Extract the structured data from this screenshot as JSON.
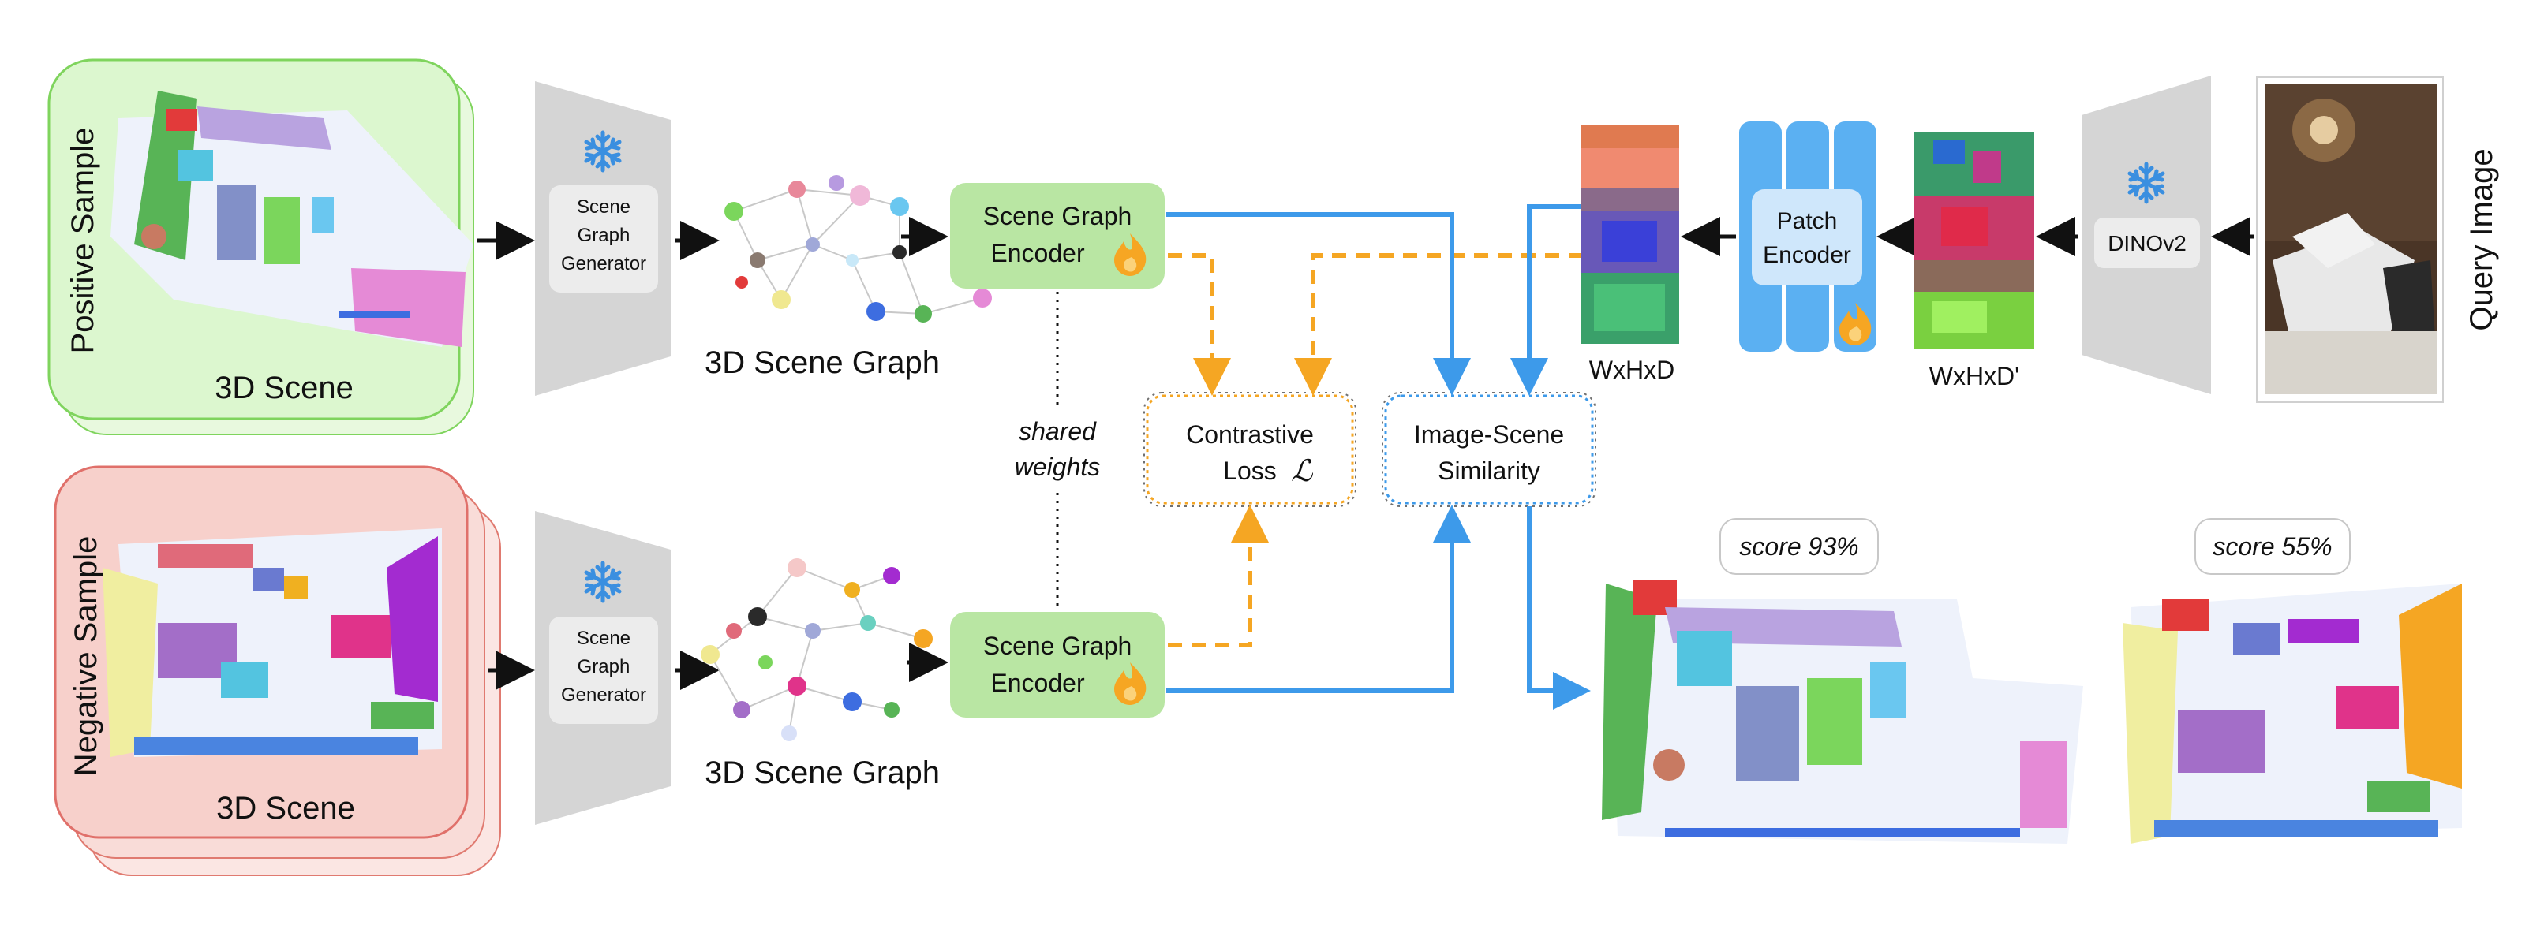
{
  "positive": {
    "side_label": "Positive Sample",
    "scene_label": "3D Scene"
  },
  "negative": {
    "side_label": "Negative Sample",
    "scene_label": "3D Scene"
  },
  "generator": {
    "line1": "Scene",
    "line2": "Graph",
    "line3": "Generator"
  },
  "graph_label": "3D Scene Graph",
  "encoder": {
    "line1": "Scene Graph",
    "line2": "Encoder"
  },
  "shared": {
    "line1": "shared",
    "line2": "weights"
  },
  "contrastive": {
    "line1": "Contrastive",
    "line2": "Loss",
    "symbol": "ℒ"
  },
  "similarity": {
    "line1": "Image-Scene",
    "line2": "Similarity"
  },
  "feature_map_label": "WxHxD",
  "patch_encoder": {
    "line1": "Patch",
    "line2": "Encoder"
  },
  "dino_feature_label": "WxHxD'",
  "dino_label": "DINOv2",
  "query_label": "Query Image",
  "scores": [
    {
      "label": "score 93%"
    },
    {
      "label": "score 55%"
    }
  ],
  "colors": {
    "positive_fill": "#dcf7cf",
    "positive_stroke": "#7fd45d",
    "negative_fill": "#f7d0cb",
    "negative_stroke": "#e0706a",
    "encoder_fill": "#b9e6a3",
    "orange": "#f5a623",
    "blue": "#3d9aea",
    "patch_encoder_blue": "#5bb0f2",
    "funnel_gray": "#d5d5d5",
    "snowflake_blue": "#3a8fe0"
  },
  "icons": [
    "snowflake-icon",
    "flame-icon"
  ]
}
